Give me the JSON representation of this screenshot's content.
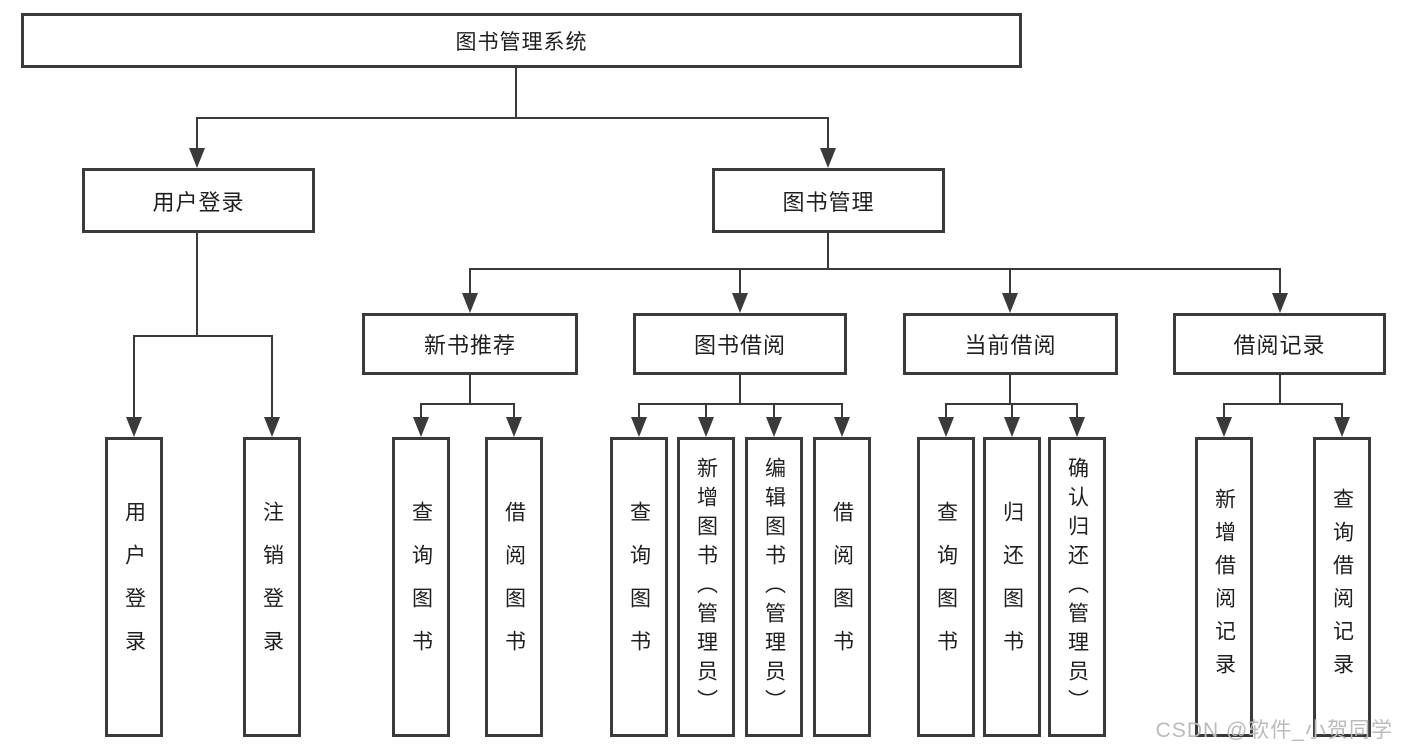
{
  "diagram_type": "hierarchy-tree",
  "nodes": {
    "root": "图书管理系统",
    "user_login": "用户登录",
    "book_mgmt": "图书管理",
    "new_book_rec": "新书推荐",
    "book_borrow": "图书借阅",
    "current_borrow": "当前借阅",
    "borrow_record": "借阅记录"
  },
  "leaves": {
    "user_login": [
      "用户登录",
      "注销登录"
    ],
    "new_book_rec": [
      "查询图书",
      "借阅图书"
    ],
    "book_borrow": [
      "查询图书",
      "新增图书（管理员）",
      "编辑图书（管理员）",
      "借阅图书"
    ],
    "current_borrow": [
      "查询图书",
      "归还图书",
      "确认归还（管理员）"
    ],
    "borrow_record": [
      "新增借阅记录",
      "查询借阅记录"
    ]
  },
  "watermark": "CSDN @软件_小贺同学",
  "colors": {
    "line": "#3a3a3a",
    "text": "#1f1f1f",
    "watermark": "#b9bbbd",
    "background": "#ffffff"
  }
}
